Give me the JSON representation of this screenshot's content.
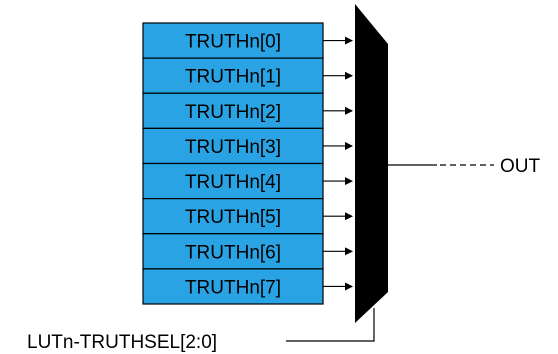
{
  "diagram": {
    "registers": [
      "TRUTHn[0]",
      "TRUTHn[1]",
      "TRUTHn[2]",
      "TRUTHn[3]",
      "TRUTHn[4]",
      "TRUTHn[5]",
      "TRUTHn[6]",
      "TRUTHn[7]"
    ],
    "output_label": "OUT",
    "select_label": "LUTn-TRUTHSEL[2:0]",
    "colors": {
      "register_fill": "#29A3E3",
      "register_stroke": "#000000",
      "mux_fill": "#000000",
      "line": "#000000"
    }
  }
}
